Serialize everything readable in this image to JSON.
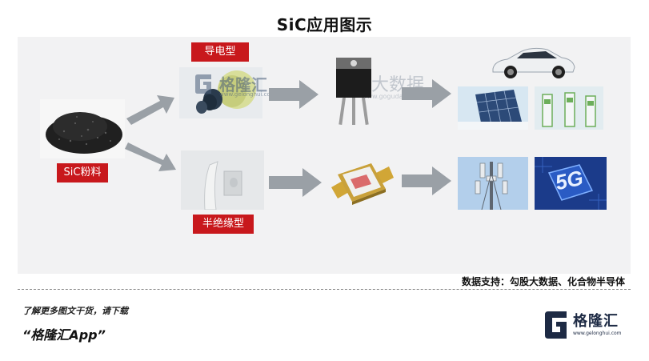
{
  "title": "SiC应用图示",
  "labels": {
    "powder": "SiC粉料",
    "conductive": "导电型",
    "semi_insulating": "半绝缘型"
  },
  "watermark": {
    "brand": "格隆汇",
    "url": "www.gelonghui.com",
    "gogu_text": "勾股大数据",
    "gogu_url": "www.gogudata.com"
  },
  "source": "数据支持：勾股大数据、化合物半导体",
  "footer": {
    "download_text": "了解更多图文干货，请下载",
    "app_name": "“格隆汇App”"
  },
  "logo": {
    "name": "格隆汇",
    "url": "www.gelonghui.com"
  },
  "images": {
    "5g_chip_text": "5G"
  },
  "colors": {
    "label_red": "#c8181c",
    "arrow_gray": "#9aa0a6",
    "logo_navy": "#1d2a44"
  }
}
